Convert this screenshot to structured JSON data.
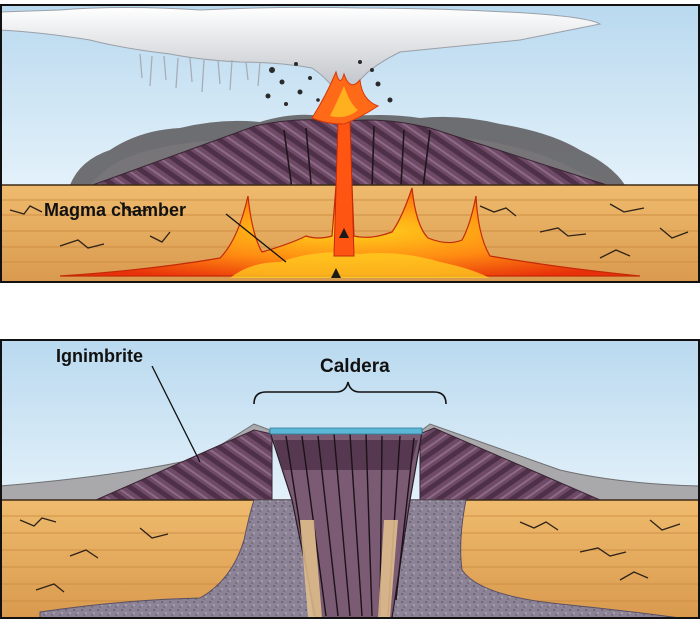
{
  "panels": [
    {
      "label": "Magma chamber"
    },
    {
      "label": "Ignimbrite",
      "label2": "Caldera"
    }
  ],
  "colors": {
    "sky": "#cfe6f5",
    "ground": "#e6ae62",
    "cone": "#6e4a66",
    "lava": "#ff4a10",
    "ash": "#9e9e9e",
    "water": "#5cb8d6"
  }
}
